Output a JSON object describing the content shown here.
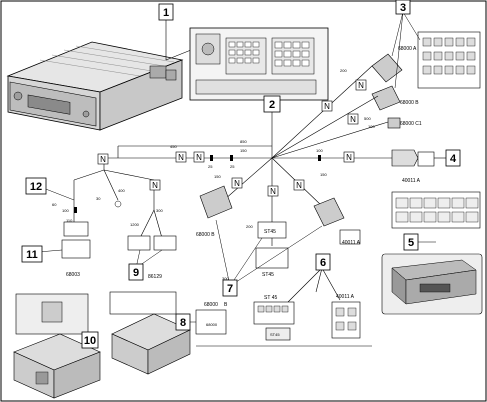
{
  "callouts": {
    "c1": "1",
    "c2": "2",
    "c3": "3",
    "c4": "4",
    "c5": "5",
    "c6": "6",
    "c7": "7",
    "c8": "8",
    "c9": "9",
    "c10": "10",
    "c11": "11",
    "c12": "12"
  },
  "node_label": "N",
  "connectors": {
    "c68000A": "68000 A",
    "c68000B_top": "68000 B",
    "c68000C1": "68000 C1",
    "c40011A_right": "40011 A",
    "c68000B_mid": "68000 B",
    "c40011A_mid": "40011 A",
    "c68003": "68003",
    "c86129": "86129",
    "c68000B_bot": "68000",
    "c68000B_bot_suffix": "B",
    "c40011A_bot": "40011 A",
    "st45_mid": "ST45",
    "st45_lower": "ST45",
    "st45_bot_label": "ST 45",
    "st45_bot_inner": "ST45",
    "c68000_bot_left": "68000"
  },
  "dims": {
    "d850": "850",
    "d150": "150",
    "d25a": "25",
    "d25b": "25",
    "d100": "100",
    "d150b": "150",
    "d200": "200",
    "d150c": "150",
    "d100b": "100",
    "d450": "450",
    "d400": "400",
    "d300": "300",
    "d500": "500",
    "d200b": "200",
    "d100c": "100",
    "d1200": "1200",
    "d110": "110",
    "d60": "60",
    "d300b": "300",
    "d30": "30"
  }
}
